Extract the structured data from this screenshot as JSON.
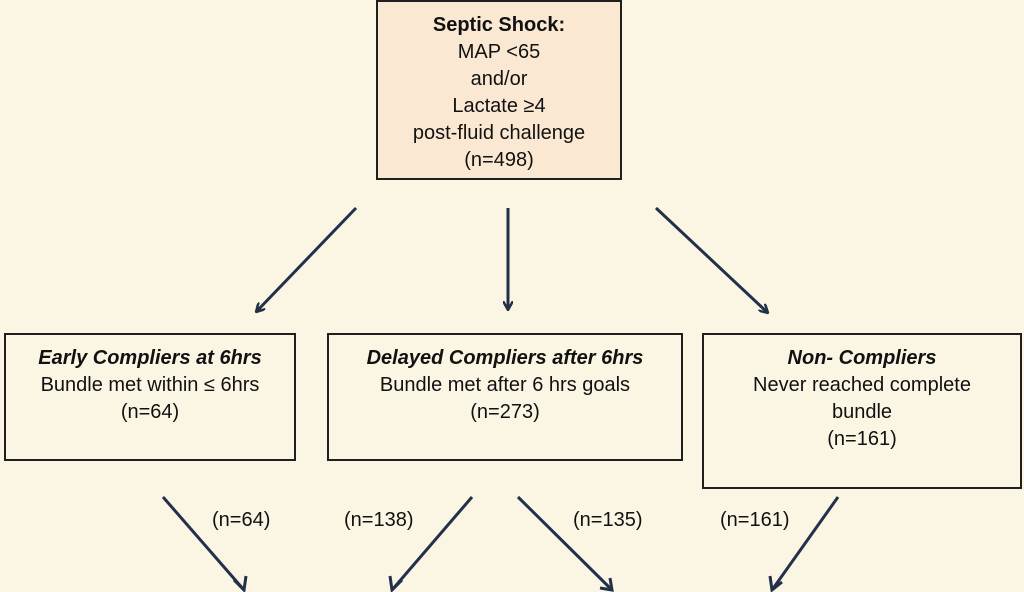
{
  "top_box": {
    "title": "Septic Shock:",
    "line1": "MAP <65",
    "line2": "and/or",
    "line3": "Lactate ≥4",
    "line4": "post-fluid challenge",
    "count": "(n=498)"
  },
  "groups": [
    {
      "title": "Early Compliers at 6hrs",
      "desc": "Bundle met within ≤ 6hrs",
      "count": "(n=64)"
    },
    {
      "title": "Delayed Compliers after 6hrs",
      "desc": "Bundle met after 6 hrs goals",
      "count": "(n=273)"
    },
    {
      "title": "Non- Compliers",
      "desc_line1": "Never reached complete",
      "desc_line2": "bundle",
      "count": "(n=161)"
    }
  ],
  "flow_labels": [
    "(n=64)",
    "(n=138)",
    "(n=135)",
    "(n=161)"
  ]
}
